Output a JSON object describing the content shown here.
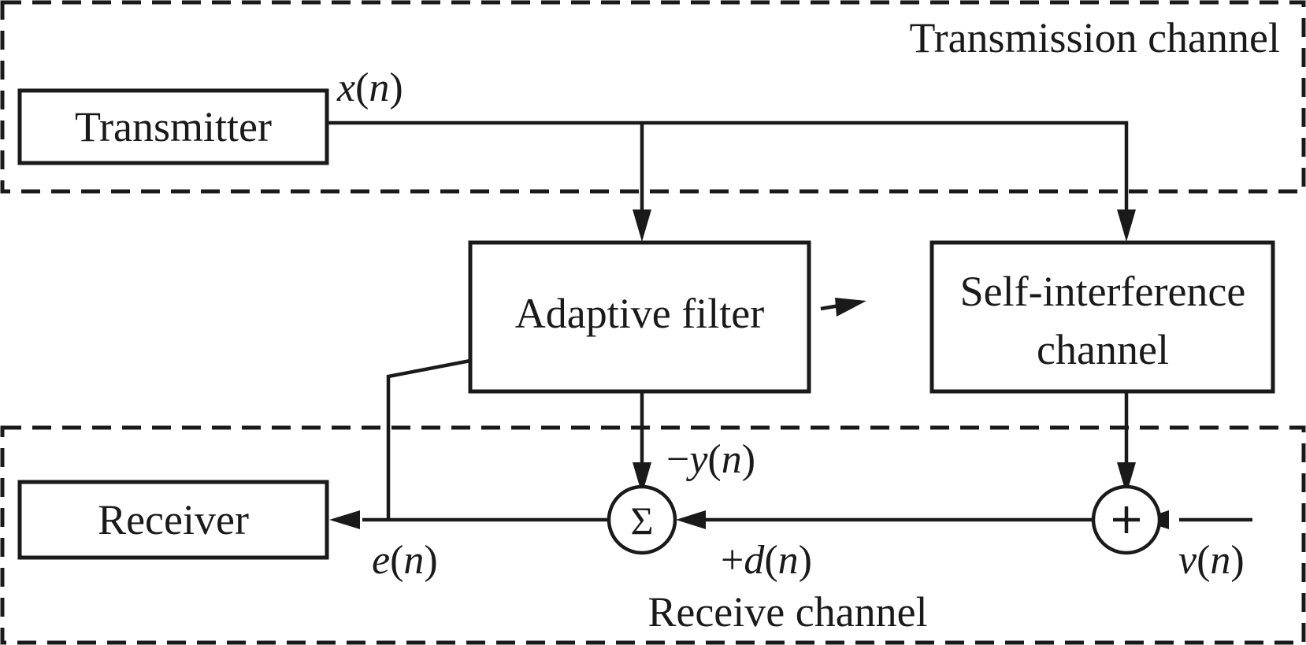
{
  "diagram": {
    "type": "block-diagram",
    "regions": {
      "transmission": {
        "label": "Transmission channel"
      },
      "receive": {
        "label": "Receive channel"
      }
    },
    "blocks": {
      "transmitter": {
        "label": "Transmitter"
      },
      "adaptive_filter": {
        "label": "Adaptive filter"
      },
      "self_interference": {
        "label_line1": "Self-interference",
        "label_line2": "channel"
      },
      "receiver": {
        "label": "Receiver"
      }
    },
    "junctions": {
      "sigma": {
        "symbol": "Σ"
      },
      "adder": {
        "symbol": "+"
      }
    },
    "signals": {
      "x": {
        "sign": "",
        "var": "x",
        "open": "(",
        "arg": "n",
        "close": ")"
      },
      "y": {
        "sign": "−",
        "var": "y",
        "open": "(",
        "arg": "n",
        "close": ")"
      },
      "d": {
        "sign": "+",
        "var": "d",
        "open": "(",
        "arg": "n",
        "close": ")"
      },
      "e": {
        "sign": "",
        "var": "e",
        "open": "(",
        "arg": "n",
        "close": ")"
      },
      "v": {
        "sign": "",
        "var": "v",
        "open": "(",
        "arg": "n",
        "close": ")"
      }
    },
    "connections": [
      {
        "from": "transmitter",
        "to": "adaptive_filter",
        "signal": "x"
      },
      {
        "from": "transmitter",
        "to": "self_interference",
        "signal": "x"
      },
      {
        "from": "adaptive_filter",
        "to": "sigma",
        "signal": "y"
      },
      {
        "from": "self_interference",
        "to": "adder"
      },
      {
        "from": "v_source",
        "to": "adder",
        "signal": "v"
      },
      {
        "from": "adder",
        "to": "sigma",
        "signal": "d"
      },
      {
        "from": "sigma",
        "to": "receiver",
        "signal": "e"
      },
      {
        "from": "e_tap",
        "to": "adaptive_filter",
        "note": "error feedback"
      },
      {
        "from": "adaptive_filter",
        "to": "self_interference",
        "note": "adaptation arrow"
      }
    ]
  }
}
